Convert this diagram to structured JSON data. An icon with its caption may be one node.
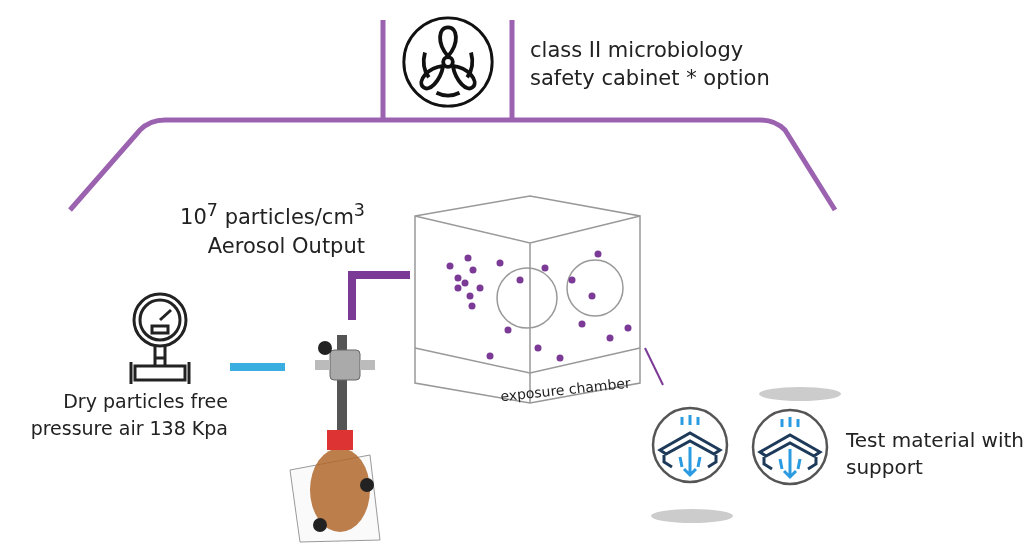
{
  "diagram": {
    "nodes": [
      {
        "text": [
          "class II microbiology safety cabinet * option"
        ]
      },
      {
        "text": [],
        "shape": "picture",
        "beside": [
          "Dry particles free pressure air 138 Kpa"
        ]
      },
      {
        "text": [],
        "shape": "picture"
      },
      {
        "text": [
          "exposure chamber"
        ]
      },
      {
        "text": [
          "Test material with support"
        ]
      }
    ],
    "edges": [
      {
        "from": 1,
        "to": 2,
        "arrow": "none",
        "color": "#3aaee0"
      },
      {
        "from": 2,
        "to": 3,
        "arrow": "none"
      },
      {
        "from": 3,
        "to": 4,
        "arrow": "none"
      }
    ],
    "labels": [
      "10$^{7}$ particles/cm$^{3}$ Aerosol Output"
    ]
  }
}
